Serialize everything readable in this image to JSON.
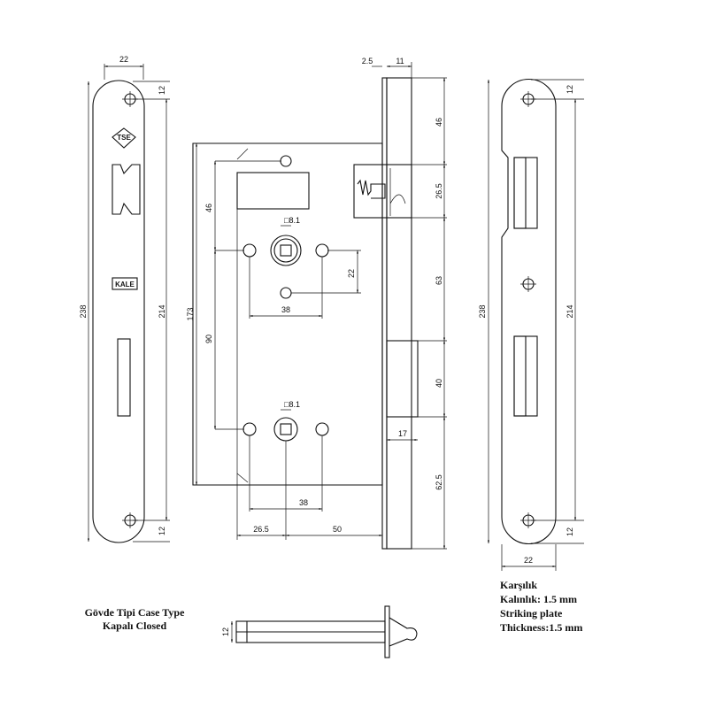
{
  "faceplate": {
    "width": "22",
    "total_height": "238",
    "hole_spacing": "214",
    "top_offset": "12",
    "bottom_offset": "12",
    "logo_tse": "TSE",
    "logo_kale": "KALE"
  },
  "body": {
    "faceplate_thickness": "2.5",
    "forend_depth": "11",
    "top_to_latch": "46",
    "latch_height": "26.5",
    "latch_to_bolt": "63",
    "bolt_height": "40",
    "bolt_throw": "17",
    "bolt_to_bottom": "62.5",
    "case_height": "173",
    "top_to_spindle": "46",
    "spindle_spacing": "90",
    "screw_offset": "22",
    "top_hole_spacing": "38",
    "spindle_square_top": "□8.1",
    "spindle_square_bottom": "□8.1",
    "bottom_hole_spacing": "38",
    "backset_left": "26.5",
    "backset": "50"
  },
  "striking_plate": {
    "total_height": "238",
    "hole_spacing": "214",
    "top_offset": "12",
    "bottom_offset": "12",
    "width": "22",
    "caption": [
      "Karşılık",
      "Kalınlık: 1.5 mm",
      "Striking plate",
      "Thickness:1.5 mm"
    ]
  },
  "side_view": {
    "height": "12"
  },
  "case_type": {
    "line1": "Gövde Tipi Case Type",
    "line2": "Kapalı Closed"
  }
}
